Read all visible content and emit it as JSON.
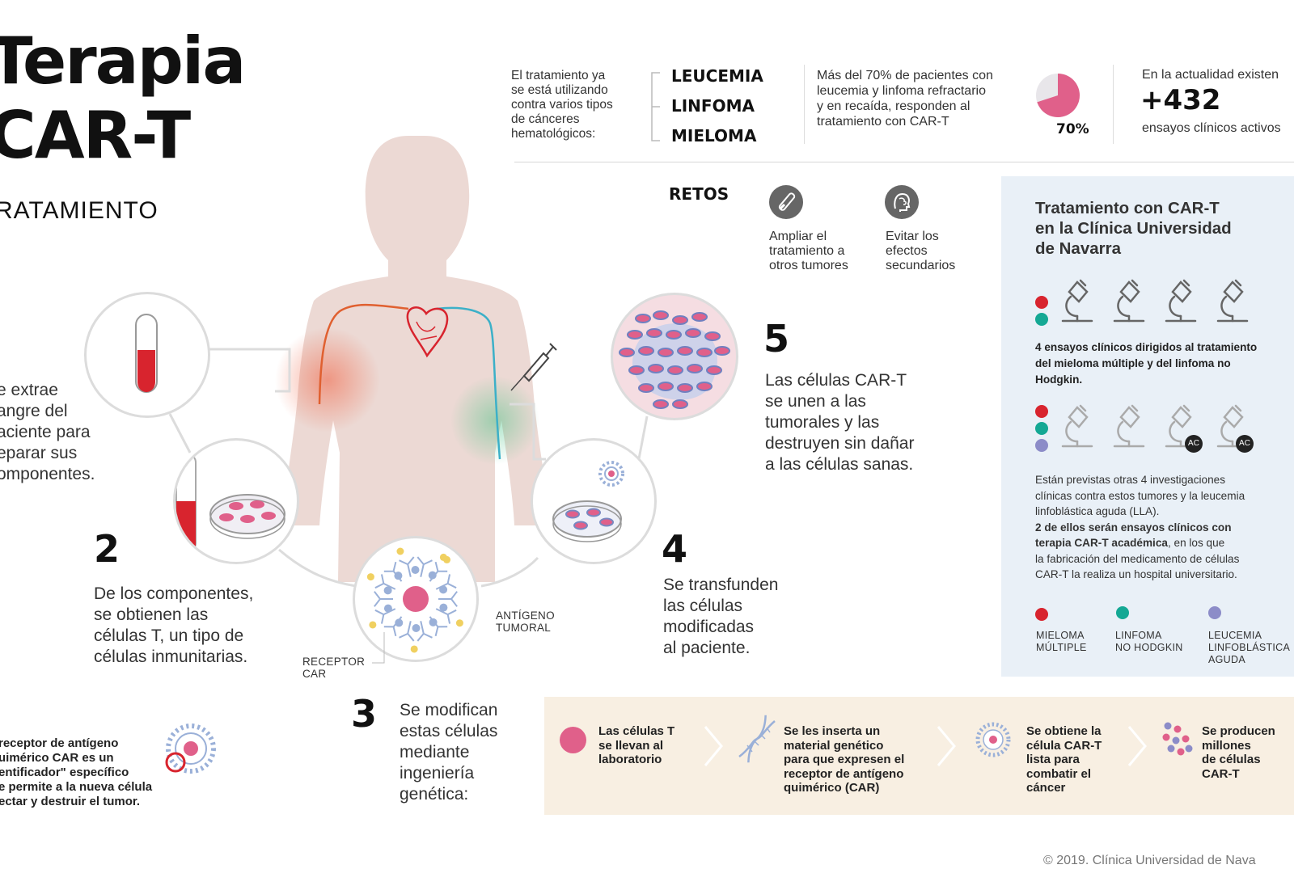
{
  "header": {
    "title_line1": "Terapia",
    "title_line2": "CAR-T",
    "subtitle": "RATAMIENTO"
  },
  "stats": {
    "intro": [
      "El tratamiento ya",
      "se está utilizando",
      "contra varios tipos",
      "de cánceres",
      "hematológicos:"
    ],
    "diseases": [
      "LEUCEMIA",
      "LINFOMA",
      "MIELOMA"
    ],
    "response_text": [
      "Más del 70% de pacientes con",
      "leucemia y linfoma refractario",
      "y en recaída, responden al",
      "tratamiento con CAR-T"
    ],
    "response_pct_label": "70%",
    "response_fraction": 0.7,
    "trials_intro": "En la actualidad existen",
    "trials_count": "+432",
    "trials_outro": "ensayos clínicos activos"
  },
  "challenges": {
    "label": "RETOS",
    "items": [
      {
        "icon": "test-tube-icon",
        "lines": [
          "Ampliar el",
          "tratamiento a",
          "otros tumores"
        ]
      },
      {
        "icon": "head-icon",
        "lines": [
          "Evitar los",
          "efectos",
          "secundarios"
        ]
      }
    ]
  },
  "steps": {
    "s1": [
      "e extrae",
      "angre del",
      "aciente para",
      "eparar sus",
      "omponentes."
    ],
    "s2_num": "2",
    "s2": [
      "De los componentes,",
      "se obtienen las",
      "células T, un tipo de",
      "células inmunitarias."
    ],
    "s3_num": "3",
    "s3": [
      "Se modifican",
      "estas células",
      "mediante",
      "ingeniería",
      "genética:"
    ],
    "s4_num": "4",
    "s4": [
      "Se transfunden",
      "las células",
      "modificadas",
      "al paciente."
    ],
    "s5_num": "5",
    "s5": [
      "Las células CAR-T",
      "se unen a las",
      "tumorales y las",
      "destruyen sin dañar",
      "a las células sanas."
    ]
  },
  "car_labels": {
    "antigen": [
      "ANTÍGENO",
      "TUMORAL"
    ],
    "receptor": [
      "RECEPTOR",
      "CAR"
    ]
  },
  "car_note": [
    "receptor de antígeno",
    "uimérico CAR es un",
    "entificador\" específico",
    "e permite a la nueva célula",
    "ectar y destruir el tumor."
  ],
  "clinic_panel": {
    "title": [
      "Tratamiento con CAR-T",
      "en la Clínica Universidad",
      "de Navarra"
    ],
    "trials_a_text": [
      "4 ensayos clínicos dirigidos al tratamiento",
      "del mieloma múltiple y del linfoma no",
      "Hodgkin."
    ],
    "ac_badge": "AC",
    "planned_text": [
      "Están previstas otras 4 investigaciones",
      "clínicas contra estos tumores y la leucemia",
      "linfoblástica aguda (LLA)."
    ],
    "academic_bold": [
      "2 de ellos serán ensayos clínicos con",
      "terapia CAR-T académica"
    ],
    "academic_rest": [
      ", en los que",
      "la fabricación del medicamento de células",
      "CAR-T la realiza un hospital universitario."
    ],
    "legend": [
      {
        "lines": [
          "MIELOMA",
          "MÚLTIPLE"
        ],
        "color": "#d8242e"
      },
      {
        "lines": [
          "LINFOMA",
          "NO HODGKIN"
        ],
        "color": "#14a894"
      },
      {
        "lines": [
          "LEUCEMIA",
          "LINFOBLÁSTICA",
          "AGUDA"
        ],
        "color": "#8c8cc8"
      }
    ]
  },
  "process": [
    {
      "lines": [
        "Las células T",
        "se llevan al",
        "laboratorio"
      ]
    },
    {
      "lines": [
        "Se les inserta un",
        "material genético",
        "para que expresen el",
        "receptor de antígeno",
        "quimérico (CAR)"
      ]
    },
    {
      "lines": [
        "Se obtiene la",
        "célula CAR-T",
        "lista para",
        "combatir el",
        "cáncer"
      ]
    },
    {
      "lines": [
        "Se producen",
        "millones",
        "de células",
        "CAR-T"
      ]
    }
  ],
  "footer": "© 2019. Clínica Universidad de Nava",
  "colors": {
    "pink": "#e0608a",
    "red": "#d8242e",
    "teal": "#14a894",
    "lilac": "#8c8cc8",
    "body": "#ecd9d4",
    "panel": "#e9f0f7",
    "process": "#f8efe2"
  }
}
